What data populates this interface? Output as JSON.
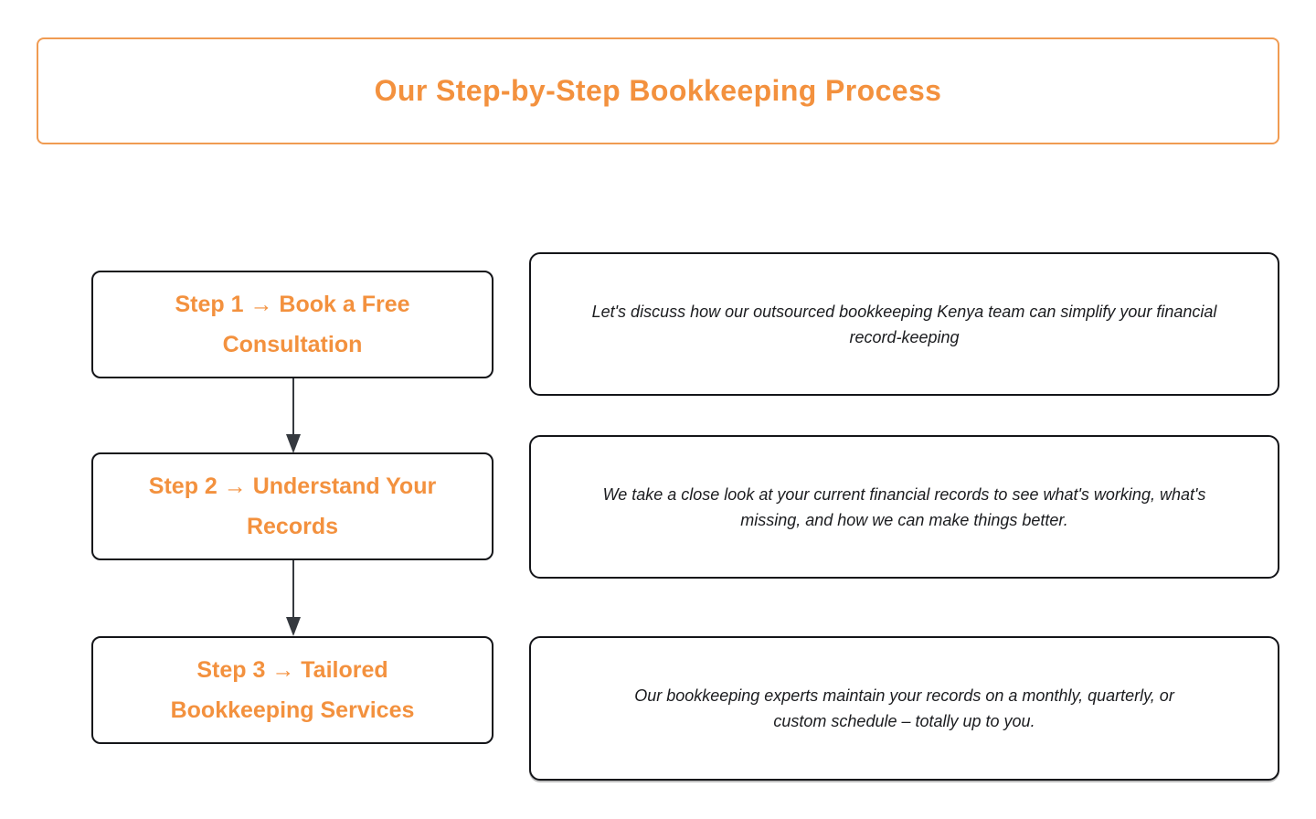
{
  "colors": {
    "accent": "#F3913E",
    "title_border": "#F09B52",
    "box_border": "#141519",
    "arrow": "#35393F",
    "text": "#1B1C1F",
    "background": "#FFFFFF"
  },
  "header": {
    "title": "Our Step-by-Step Bookkeeping Process"
  },
  "steps": [
    {
      "label": "Step 1 → Book a Free Consultation",
      "label_lines": [
        "Step 1  →  Book a Free",
        "Consultation"
      ],
      "description": "Let's discuss how our outsourced bookkeeping Kenya team can simplify your financial record-keeping",
      "description_lines": [
        "Let's discuss how our outsourced bookkeeping Kenya team can simplify your financial",
        "record-keeping"
      ]
    },
    {
      "label": "Step 2 → Understand Your Records",
      "label_lines": [
        "Step 2  →  Understand Your",
        "Records"
      ],
      "description": "We take a close look at your current financial records to see what's working, what's missing, and how we can make things better.",
      "description_lines": [
        "We take a close look at your current financial records to see what's working, what's",
        "missing, and how we can make things better."
      ]
    },
    {
      "label": "Step 3 → Tailored Bookkeeping Services",
      "label_lines": [
        "Step 3  →  Tailored",
        "Bookkeeping Services"
      ],
      "description": "Our bookkeeping experts maintain your records on a monthly, quarterly, or custom schedule – totally up to you.",
      "description_lines": [
        "Our bookkeeping experts maintain your records on a monthly, quarterly, or",
        "custom schedule – totally up to you."
      ]
    }
  ],
  "connectors": [
    {
      "icon": "arrow-down"
    },
    {
      "icon": "arrow-down"
    }
  ]
}
